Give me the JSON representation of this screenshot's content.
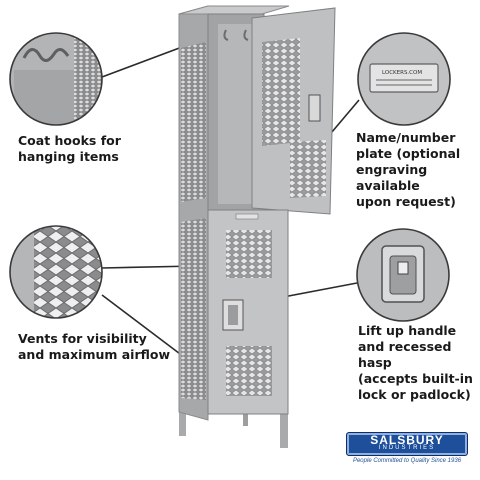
{
  "captions": {
    "coat_hooks": "Coat hooks for\nhanging items",
    "name_plate": "Name/number\nplate (optional\nengraving available\nupon request)",
    "vents": "Vents for visibility\nand maximum airflow",
    "handle": "Lift up handle\nand recessed hasp\n(accepts built-in\nlock or padlock)"
  },
  "plate_text": "LOCKERS.COM",
  "brand": {
    "name": "SALSBURY",
    "sub": "INDUSTRIES",
    "tagline": "People Committed to Quality Since 1936"
  },
  "colors": {
    "locker_gray": "#b8b9bb",
    "brand_blue": "#1d4f9a",
    "text": "#1a1a1a"
  },
  "icons": [
    "coat-hook-icon",
    "name-plate-icon",
    "vent-mesh-icon",
    "handle-hasp-icon"
  ]
}
